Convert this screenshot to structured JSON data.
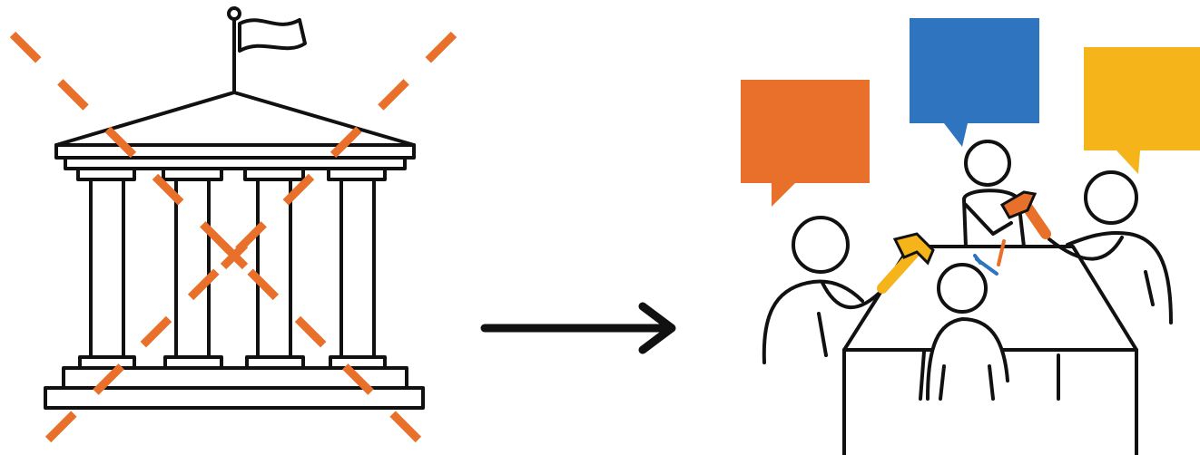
{
  "colors": {
    "ink": "#111111",
    "cross": "#E8702A",
    "bubble_orange": "#E8702A",
    "bubble_blue": "#2E74BF",
    "bubble_yellow": "#F4B41A",
    "hammer_yellow": "#F4B41A",
    "hammer_orange": "#E8702A",
    "nail_blue": "#2E74BF",
    "background": "#ffffff"
  },
  "left_panel": {
    "subject": "institution-building-icon",
    "status": "crossed-out"
  },
  "transition": {
    "icon": "arrow-right-icon"
  },
  "right_panel": {
    "subject": "people-building-together-icon",
    "speech_bubbles": [
      "orange",
      "blue",
      "yellow"
    ],
    "tools": [
      "hammer-icon",
      "hammer-icon",
      "nail-icon"
    ]
  }
}
